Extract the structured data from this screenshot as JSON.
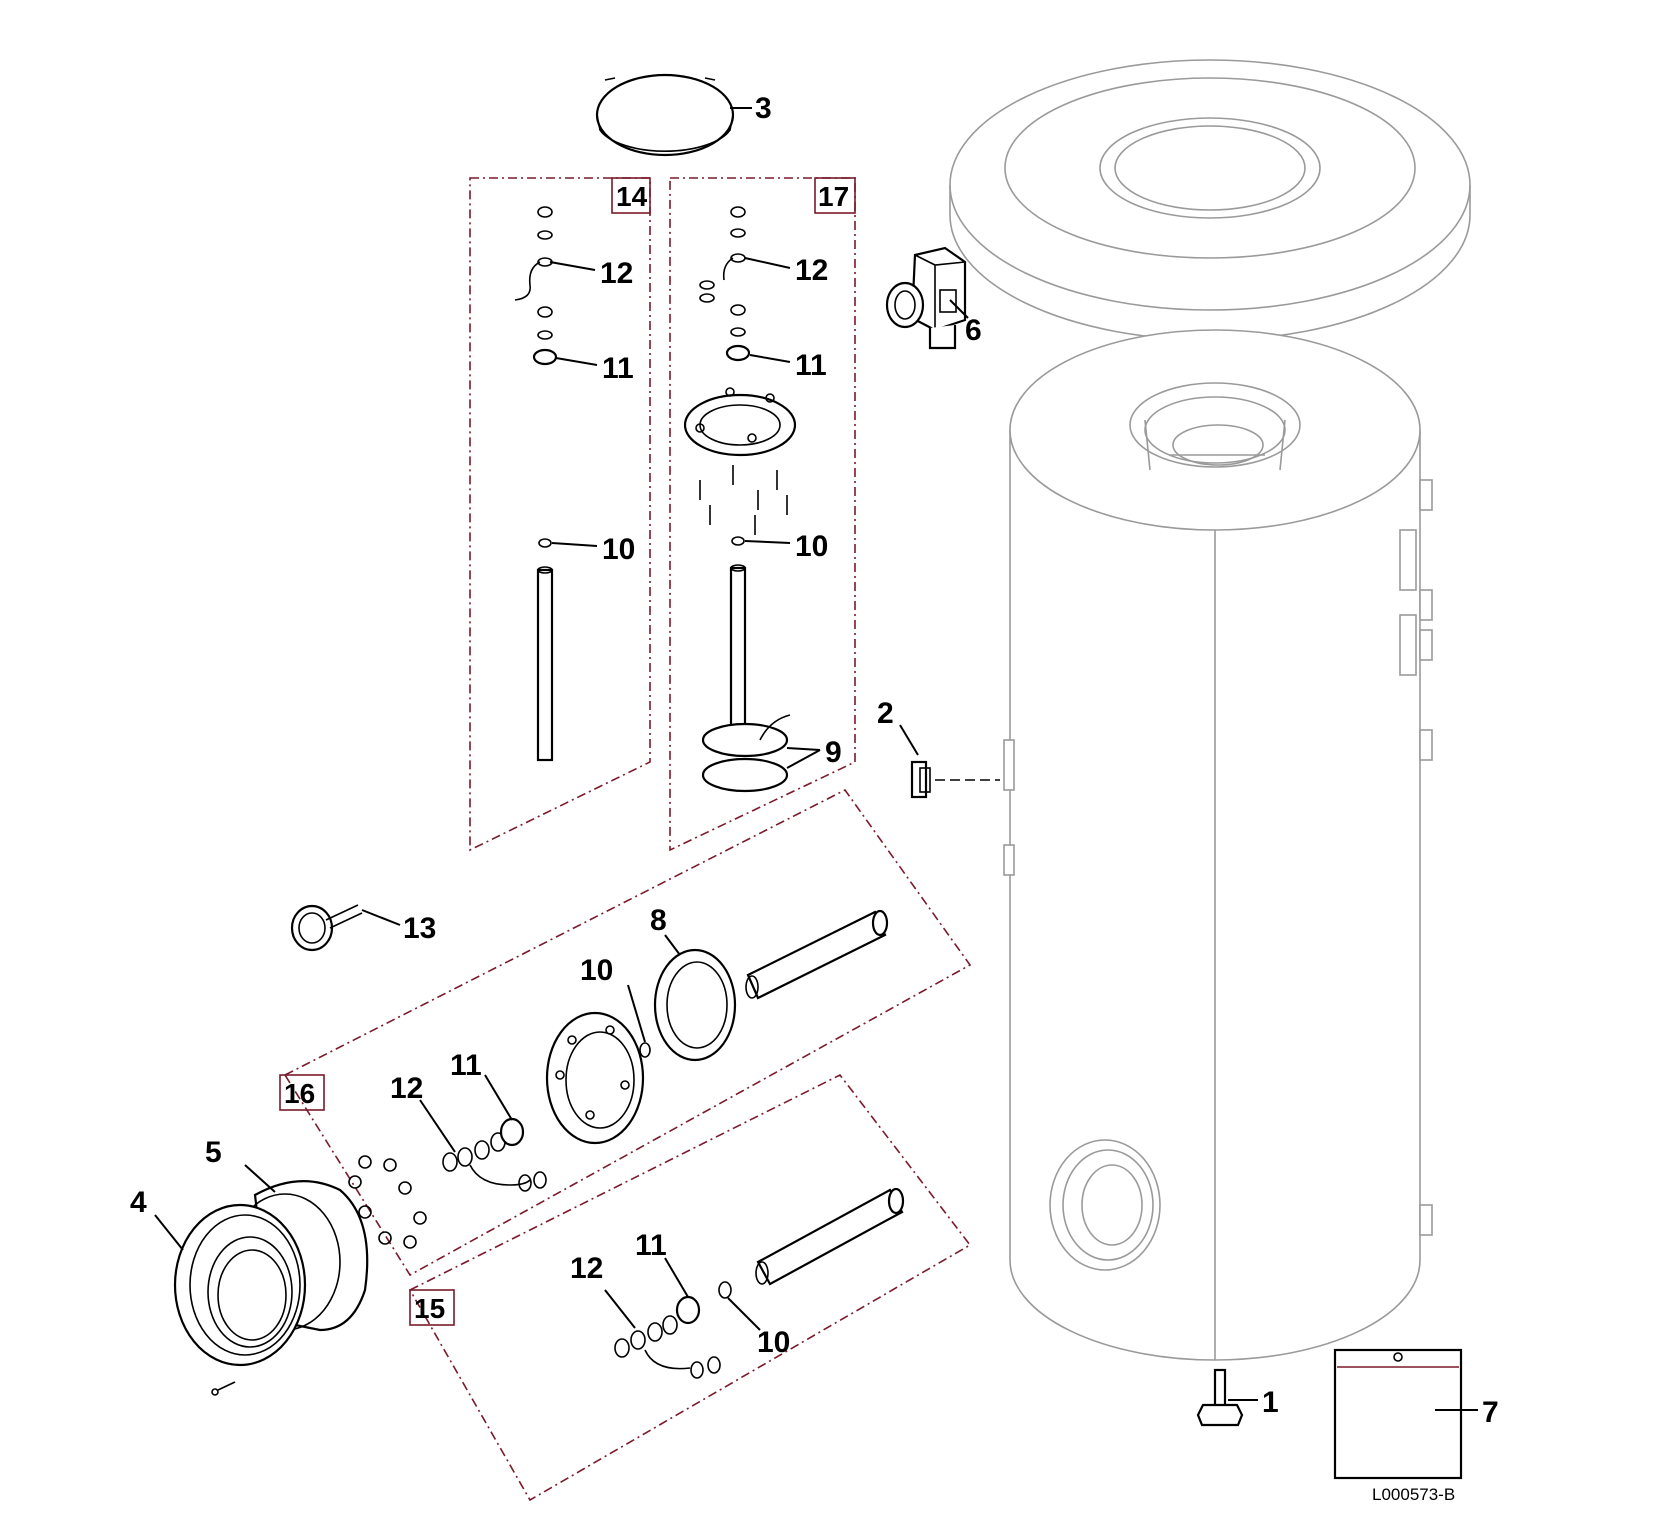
{
  "diagram": {
    "reference_code": "L000573-B",
    "callouts": {
      "c1": "1",
      "c2": "2",
      "c3": "3",
      "c4": "4",
      "c5": "5",
      "c6": "6",
      "c7": "7",
      "c8": "8",
      "c9": "9",
      "c10a": "10",
      "c10b": "10",
      "c10c": "10",
      "c10d": "10",
      "c11a": "11",
      "c11b": "11",
      "c11c": "11",
      "c11d": "11",
      "c12a": "12",
      "c12b": "12",
      "c12c": "12",
      "c12d": "12",
      "c13": "13"
    },
    "kit_boxes": {
      "k14": "14",
      "k15": "15",
      "k16": "16",
      "k17": "17"
    }
  }
}
